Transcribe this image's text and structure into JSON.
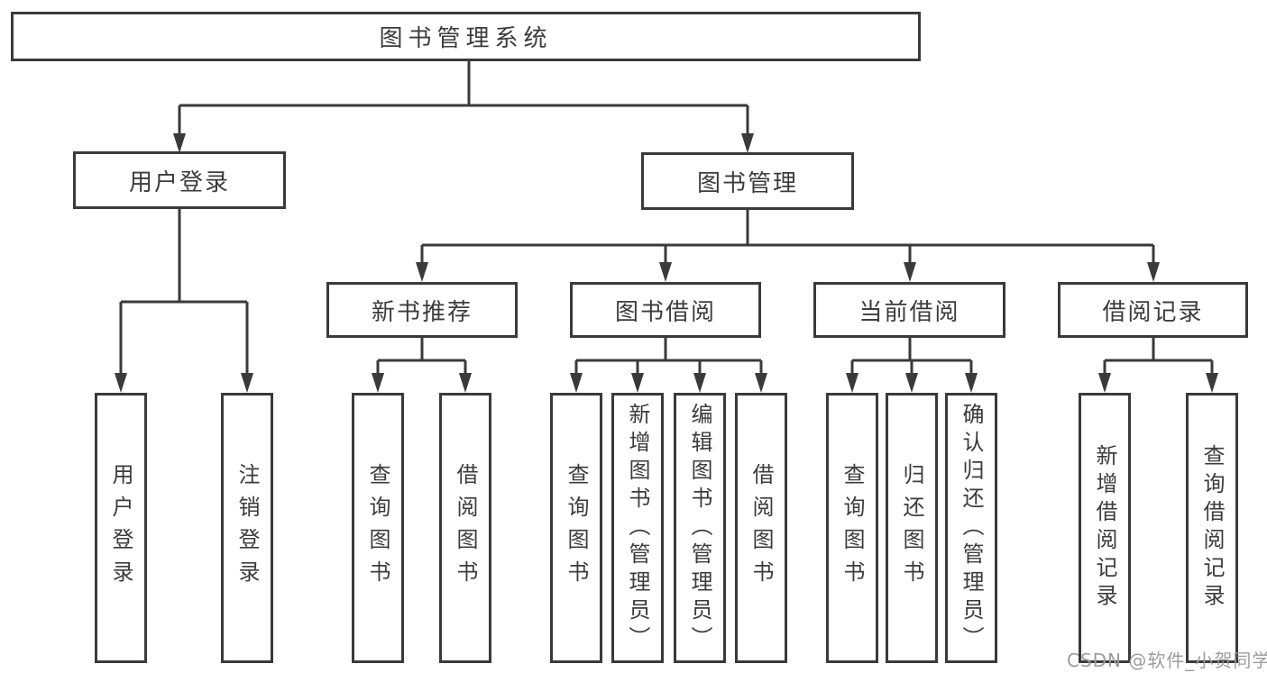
{
  "tree": {
    "root": {
      "label": "图书管理系统",
      "children": [
        {
          "label": "用户登录",
          "children": [
            {
              "label": "用户登录"
            },
            {
              "label": "注销登录"
            }
          ]
        },
        {
          "label": "图书管理",
          "children": [
            {
              "label": "新书推荐",
              "children": [
                {
                  "label": "查询图书"
                },
                {
                  "label": "借阅图书"
                }
              ]
            },
            {
              "label": "图书借阅",
              "children": [
                {
                  "label": "查询图书"
                },
                {
                  "label": "新增图书（管理员）"
                },
                {
                  "label": "编辑图书（管理员）"
                },
                {
                  "label": "借阅图书"
                }
              ]
            },
            {
              "label": "当前借阅",
              "children": [
                {
                  "label": "查询图书"
                },
                {
                  "label": "归还图书"
                },
                {
                  "label": "确认归还（管理员）"
                }
              ]
            },
            {
              "label": "借阅记录",
              "children": [
                {
                  "label": "新增借阅记录"
                },
                {
                  "label": "查询借阅记录"
                }
              ]
            }
          ]
        }
      ]
    }
  },
  "watermark": {
    "text": "CSDN @软件_小贺同学",
    "color": "#9c9c9c"
  },
  "colors": {
    "line": "#3a3a3a",
    "text": "#3c3c3c",
    "background": "#ffffff"
  }
}
